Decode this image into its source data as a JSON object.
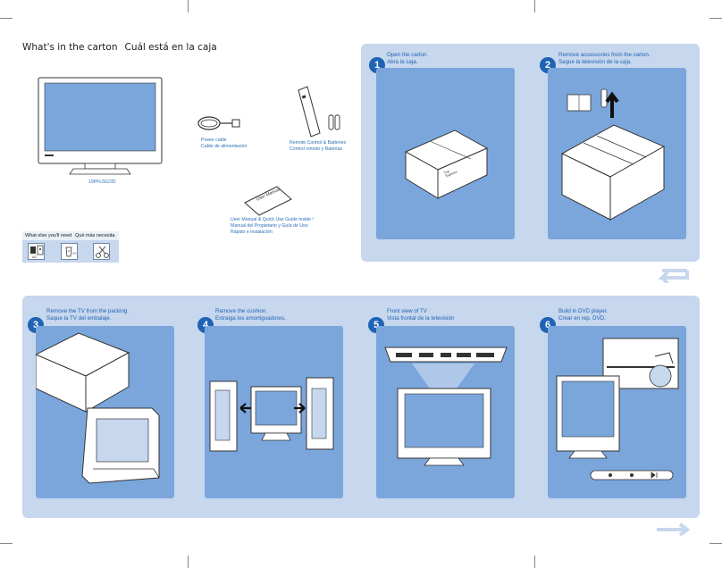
{
  "heading": {
    "en": "What's in the carton",
    "es": "Cuál está en la caja"
  },
  "contents": {
    "tv_model": "19PFL5622D",
    "power_cable": [
      "Power cable",
      "Cable de alimentación"
    ],
    "remote": [
      "Remote Control & Batteries",
      "Control remoto y Baterías"
    ],
    "manual": [
      "User Manual & Quick Use Guide inside !",
      "Manual del Propietario y Guía de Uso",
      "Rápido e instalación"
    ],
    "manual_cover": "User Manual"
  },
  "needs": {
    "en": "What else you'll need",
    "es": "Qué más necesita",
    "ac_label": "AC",
    "tool_label": "X+"
  },
  "steps": [
    {
      "number": "1",
      "en": "Open the carton.",
      "es": "Abra la caja.",
      "box_label": "Top Superior"
    },
    {
      "number": "2",
      "en": "Remove accessories from the carton.",
      "es": "Saque la televisión de la caja."
    },
    {
      "number": "3",
      "en": "Remove the TV from the packing.",
      "es": "Saque la TV del embalaje."
    },
    {
      "number": "4",
      "en": "Remove the cushion.",
      "es": "Extraiga los amortiguadores."
    },
    {
      "number": "5",
      "en": "Front view of  TV",
      "es": "Vista frontal de la televisión"
    },
    {
      "number": "6",
      "en": "Build in DVD player.",
      "es": "Crear en rep. DVD."
    }
  ],
  "colors": {
    "panel": "#c6d7ee",
    "picture": "#7ba6dc",
    "accent": "#1f63b3",
    "text": "#2d6fb7"
  }
}
